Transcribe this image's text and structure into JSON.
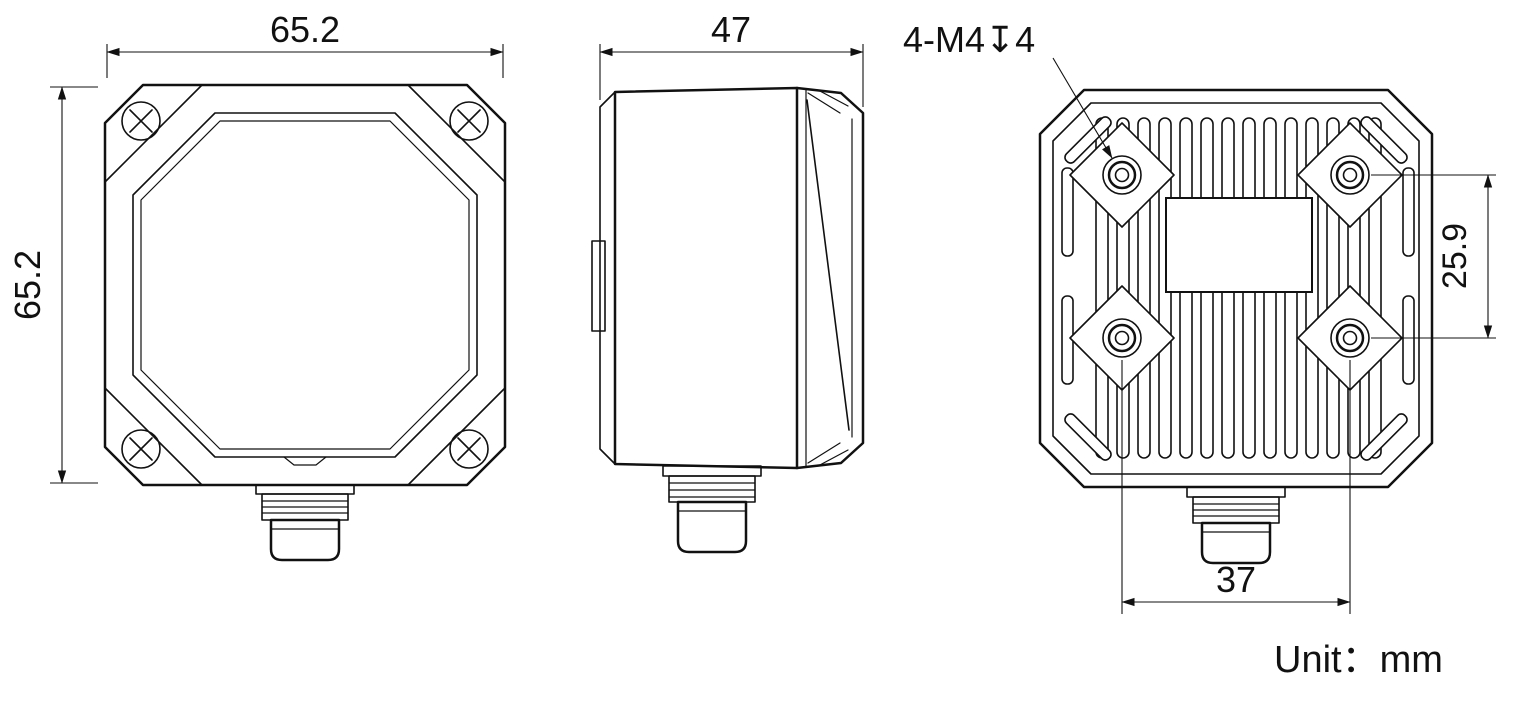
{
  "drawing": {
    "unit_label": "Unit：mm",
    "front": {
      "width": "65.2",
      "height": "65.2"
    },
    "side": {
      "depth": "47"
    },
    "rear": {
      "thread_callout": "4-M4↧4",
      "horizontal_spacing": "37",
      "vertical_spacing": "25.9"
    }
  }
}
